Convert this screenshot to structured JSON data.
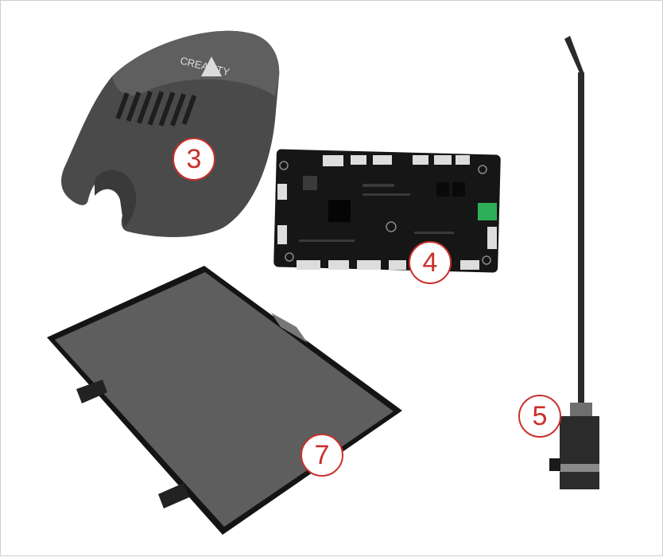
{
  "parts": [
    {
      "id": "part-3",
      "label": "3",
      "icon": "hood-cover-icon"
    },
    {
      "id": "part-4",
      "label": "4",
      "icon": "mainboard-icon"
    },
    {
      "id": "part-5",
      "label": "5",
      "icon": "z-axis-motor-leadscrew-icon"
    },
    {
      "id": "part-7",
      "label": "7",
      "icon": "glass-panel-icon"
    }
  ],
  "brand": "CREALITY",
  "colors": {
    "badge": "#c9302c",
    "part_dark": "#2b2b2b",
    "part_gray": "#5a5a5a"
  }
}
